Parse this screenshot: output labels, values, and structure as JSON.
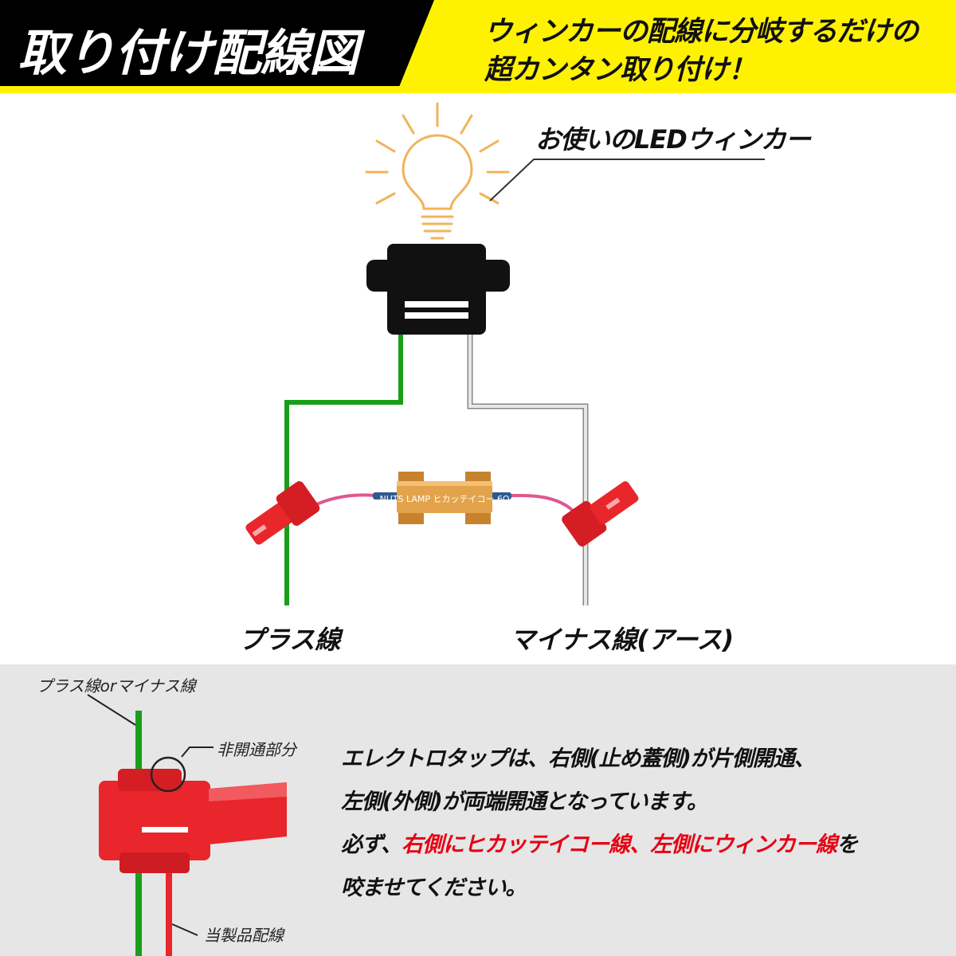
{
  "header": {
    "title": "取り付け配線図",
    "tagline_line1": "ウィンカーの配線に分岐するだけの",
    "tagline_line2": "超カンタン取り付け！"
  },
  "diagram": {
    "led_label": "お使いのLEDウィンカー",
    "resistor_text": "NUTS LAMP ヒカッテイコー 6Ω",
    "plus_label": "プラス線",
    "minus_label": "マイナス線(アース)"
  },
  "bottom": {
    "wire_label": "プラス線orマイナス線",
    "closed_label": "非開通部分",
    "product_label": "当製品配線",
    "note": {
      "line1": "エレクトロタップは、右側(止め蓋側)が片側開通、",
      "line2": "左側(外側)が両端開通となっています。",
      "line3_a": "必ず、",
      "line3_b": "右側にヒカッテイコー線、左側にウィンカー線",
      "line3_c": "を",
      "line4": "咬ませてください。"
    }
  },
  "colors": {
    "header_bg": "#fff200",
    "green_wire": "#1a9e1a",
    "gray_wire": "#d8d8d8",
    "tap_red": "#e8262b",
    "bulb": "#f0b45a",
    "resistor": "#e3a34a",
    "highlight": "#e60012"
  }
}
